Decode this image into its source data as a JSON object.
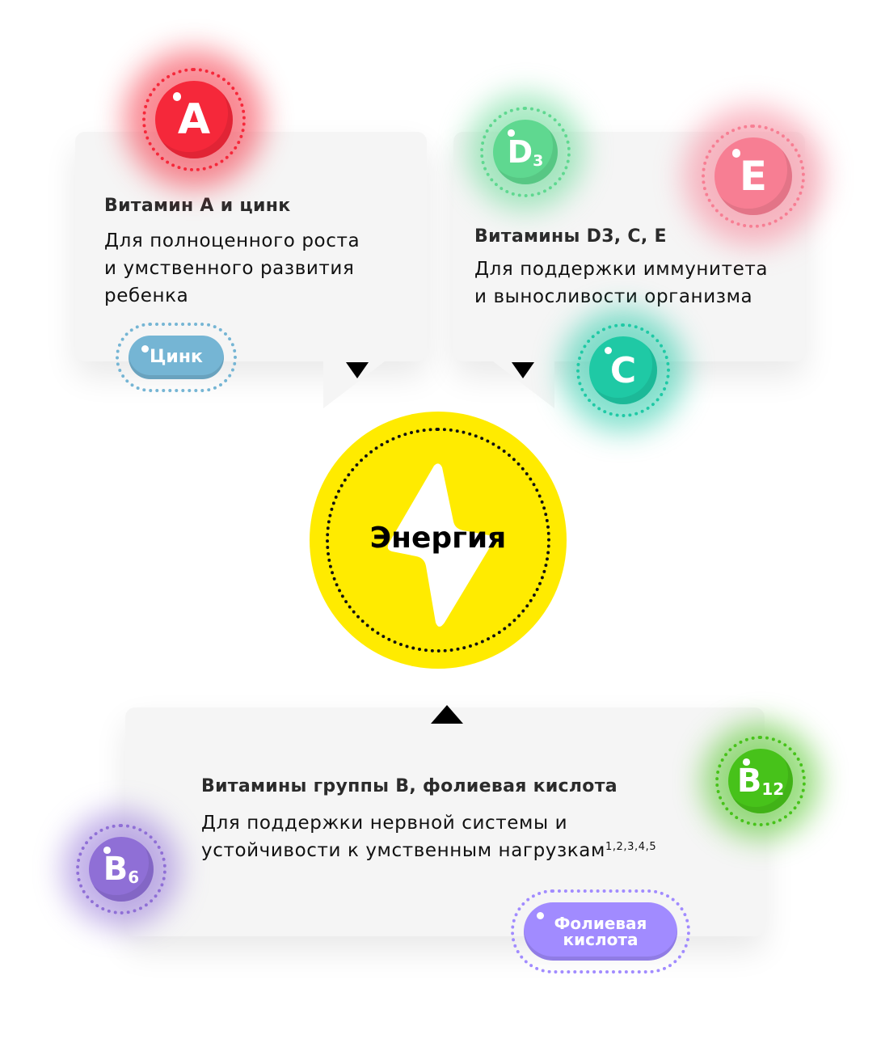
{
  "center": {
    "label": "Энергия",
    "color": "#FFEB00"
  },
  "cards": [
    {
      "title": "Витамин А и цинк",
      "lines": [
        "Для полноценного роста",
        "и умственного развития",
        "ребенка"
      ]
    },
    {
      "title": "Витамины D3, C, E",
      "lines": [
        "Для поддержки иммунитета",
        "и выносливости организма"
      ]
    },
    {
      "title": "Витамины группы В, фолиевая кислота",
      "lines": [
        "Для поддержки нервной системы и",
        "устойчивости к умственным нагрузкам"
      ],
      "footnote": "1,2,3,4,5"
    }
  ],
  "badges": {
    "a": {
      "letter": "A",
      "sub": "",
      "color": "#F5283A"
    },
    "d3": {
      "letter": "D",
      "sub": "3",
      "color": "#5FD890"
    },
    "e": {
      "letter": "E",
      "sub": "",
      "color": "#F77E93"
    },
    "c": {
      "letter": "C",
      "sub": "",
      "color": "#1FC9A5"
    },
    "b12": {
      "letter": "B",
      "sub": "12",
      "color": "#47C21A"
    },
    "b6": {
      "letter": "B",
      "sub": "6",
      "color": "#8F6FD6"
    }
  },
  "pills": {
    "zinc": {
      "label": "Цинк",
      "color": "#75B5D4"
    },
    "folic": {
      "label": "Фолиевая кислота",
      "color": "#A18BFF"
    }
  }
}
